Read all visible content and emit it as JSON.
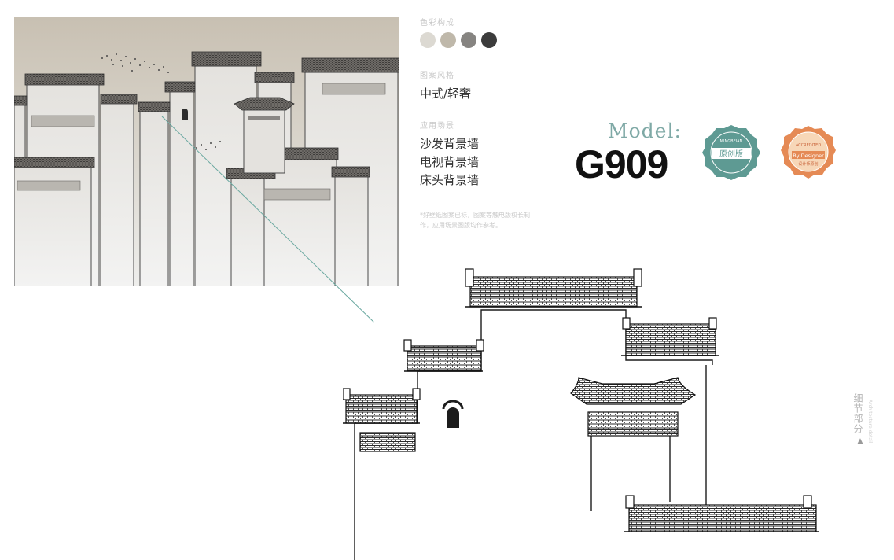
{
  "preview": {
    "background_top": "#c8c0b2",
    "background_bottom": "#ededeb"
  },
  "info": {
    "color_label": "色彩构成",
    "swatches": [
      "#dcd9d2",
      "#bfb8aa",
      "#868481",
      "#3c3c3c"
    ],
    "style_label": "图案风格",
    "style_value": "中式/轻奢",
    "usage_label": "应用场景",
    "usage_values": [
      "沙发背景墙",
      "电视背景墙",
      "床头背景墙"
    ],
    "note": "*好壁纸图案已标，图案等触电版权长制作，应用场景图版均作参考。"
  },
  "model": {
    "label": "Model:",
    "code": "G909",
    "accent_color": "#7fa9a6"
  },
  "badges": {
    "original": {
      "top": "MINGBEIAN",
      "main": "原创版",
      "color": "#5e9a93"
    },
    "designer": {
      "top": "ACCREDITED",
      "main": "By Designer",
      "bottom": "设计师原创",
      "color": "#e58a55"
    }
  },
  "side_note": {
    "text": "细节部分",
    "sub": "Architecture detail",
    "arrow": "▲"
  }
}
